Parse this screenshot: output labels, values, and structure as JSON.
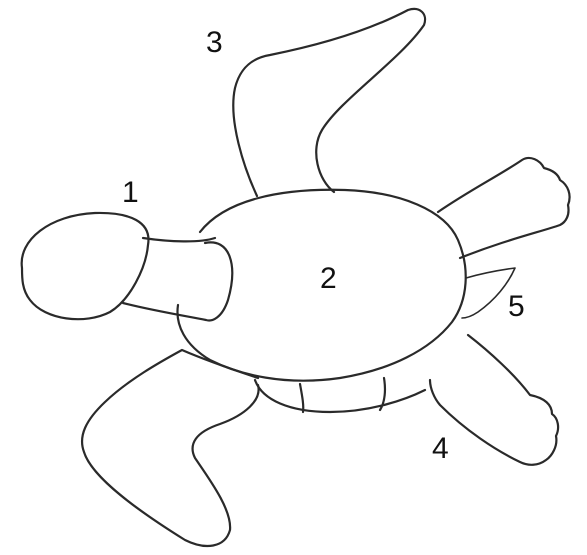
{
  "colors": {
    "background": "#ffffff",
    "stroke": "#2a2a2a",
    "label": "#111111"
  },
  "labels": [
    {
      "id": "head",
      "text": "1"
    },
    {
      "id": "body",
      "text": "2"
    },
    {
      "id": "front-flipper",
      "text": "3"
    },
    {
      "id": "lower-right-flipper",
      "text": "4"
    },
    {
      "id": "tail",
      "text": "5"
    }
  ]
}
